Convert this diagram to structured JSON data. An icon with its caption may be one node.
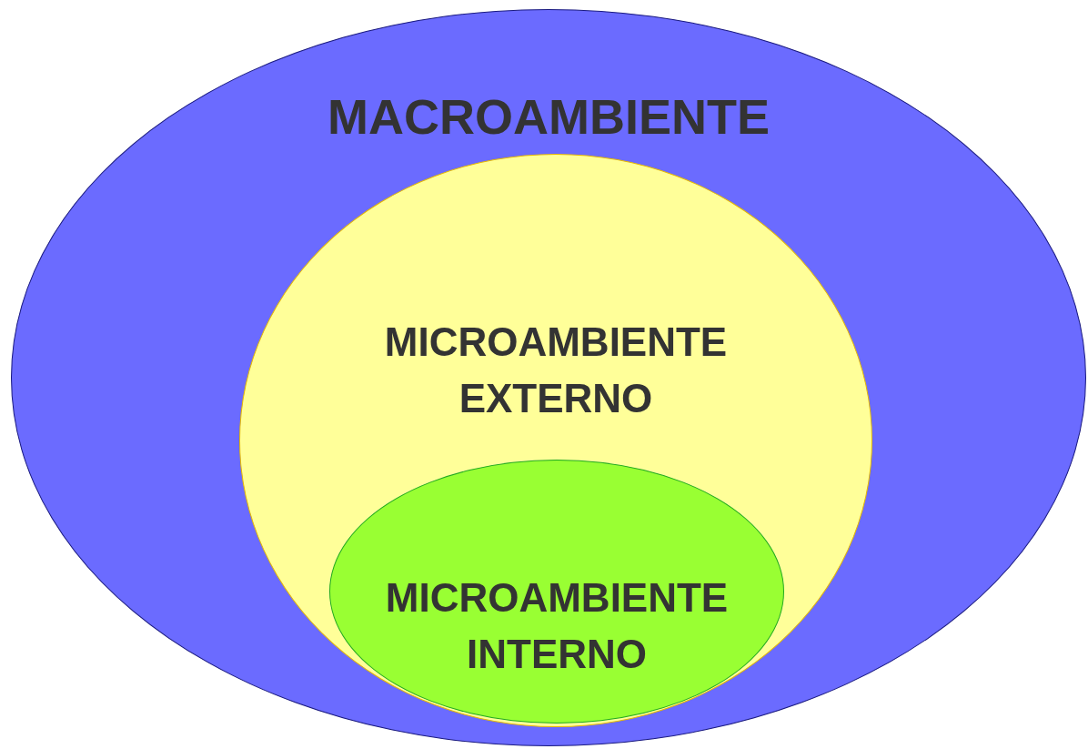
{
  "diagram": {
    "nodes": [
      {
        "text": [
          "MACROAMBIENTE"
        ]
      },
      {
        "text": [
          "MICROAMBIENTE EXTERNO"
        ],
        "in": 0
      },
      {
        "text": [
          "MICROAMBIENTE INTERNO"
        ],
        "in": 1
      }
    ]
  }
}
